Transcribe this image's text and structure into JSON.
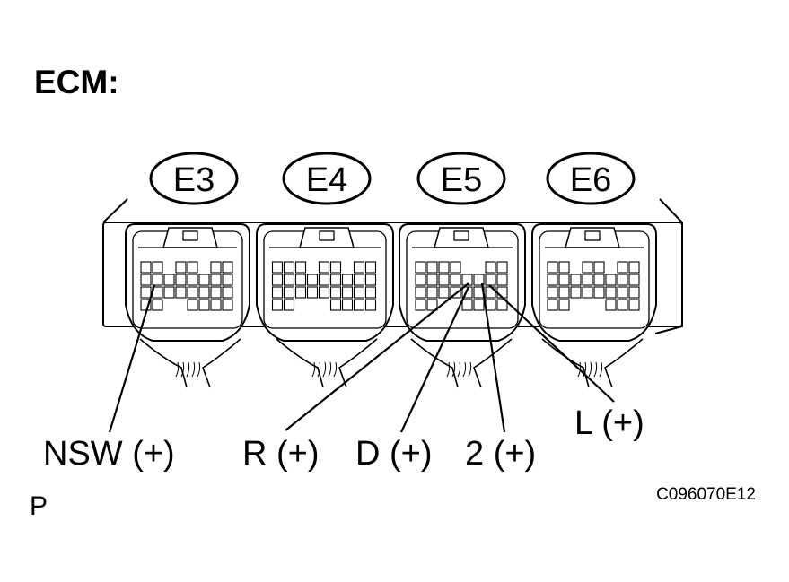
{
  "title": "ECM:",
  "connectors": [
    {
      "id": "E3",
      "label": "E3"
    },
    {
      "id": "E4",
      "label": "E4"
    },
    {
      "id": "E5",
      "label": "E5"
    },
    {
      "id": "E6",
      "label": "E6"
    }
  ],
  "terminal_labels": {
    "nsw": "NSW (+)",
    "r": "R (+)",
    "d": "D (+)",
    "two": "2 (+)",
    "l": "L (+)"
  },
  "footer": {
    "page_mark": "P",
    "figure_code": "C096070E12"
  },
  "colors": {
    "ink": "#000000",
    "paper": "#ffffff"
  }
}
